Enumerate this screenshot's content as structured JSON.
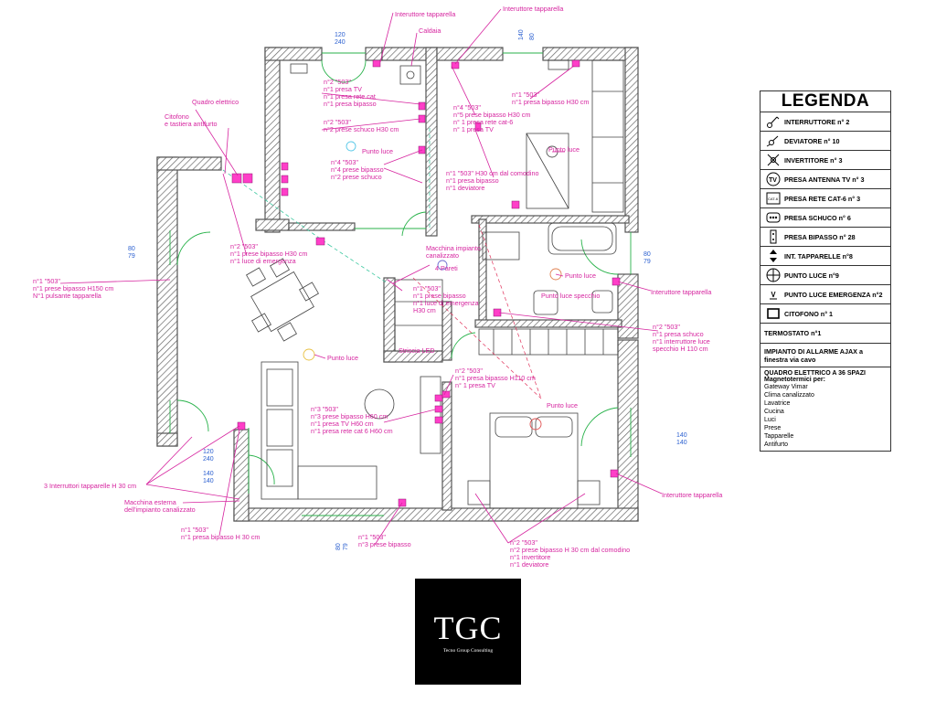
{
  "legend": {
    "title": "LEGENDA",
    "items": [
      {
        "label": "INTERRUTTORE n° 2",
        "icon": "switch-icon"
      },
      {
        "label": "DEVIATORE n° 10",
        "icon": "deviator-icon"
      },
      {
        "label": "INVERTITORE n° 3",
        "icon": "inverter-icon"
      },
      {
        "label": "PRESA ANTENNA TV n° 3",
        "icon": "tv-antenna-socket-icon",
        "icon_text": "TV"
      },
      {
        "label": "PRESA RETE CAT-6 n° 3",
        "icon": "cat6-socket-icon",
        "icon_text": "CAT-6"
      },
      {
        "label": "PRESA SCHUCO n° 6",
        "icon": "schuko-socket-icon"
      },
      {
        "label": "PRESA BIPASSO n° 28",
        "icon": "bypass-socket-icon"
      },
      {
        "label": "INT. TAPPARELLE n°8",
        "icon": "shutter-switch-icon"
      },
      {
        "label": "PUNTO LUCE n°9",
        "icon": "light-point-icon"
      },
      {
        "label": "PUNTO LUCE EMERGENZA n°2",
        "icon": "emergency-light-icon"
      },
      {
        "label": "CITOFONO n° 1",
        "icon": "intercom-icon"
      }
    ],
    "termostato": "TERMOSTATO n°1",
    "allarme": "IMPIANTO DI ALLARME AJAX a finestra via cavo",
    "quadro_title": "QUADRO ELETTRICO A 36 SPAZI",
    "magneto_title": "Magnetotermici per:",
    "magneto_items": [
      "Gateway Vimar",
      "Clima canalizzato",
      "Lavatrice",
      "Cucina",
      "Luci",
      "Prese",
      "Tapparelle",
      "Antifurto"
    ]
  },
  "labels": {
    "int_tapparella_top_left": "Interuttore tapparella",
    "int_tapparella_top_right": "Interuttore tapparella",
    "caldaia": "Caldaia",
    "quadro_elettrico": "Quadro elettrico",
    "citofono_1": "Citofono",
    "citofono_2": "e tastiera antifurto",
    "k_n1_503_top": "n°2 \"503\"",
    "k_n1_presa_tv": "n°1 presa TV",
    "k_n1_presa_rete": "n°1 presa rete cat",
    "k_n1_presa_bipasso": "n°1 presa bipasso",
    "k_n2_503_b": "n°2 \"503\"",
    "k_n2_schuco": "n°2 prese schuco H30 cm",
    "k_punto_luce": "Punto luce",
    "k_n4_503": "n°4 \"503\"",
    "k_n4_bipasso": "n°4 prese bipasso",
    "k_n2_schuco_b": "n°2 prese schuco",
    "c_n4_503": "n°4 \"503\"",
    "c_n5_bipasso": "n°5 prese bipasso H30 cm",
    "c_n1_rete": "n° 1 presa rete cat-6",
    "c_n1_tv": "n° 1 presa TV",
    "c_n1_503": "n°1 \"503\"",
    "c_n1_bipasso_h30": "n°1 presa bipasso H30 cm",
    "c_punto_luce_2": "Punto luce",
    "c_n1_503_comodino": "n°1 \"503\" H30 cm dal comodino",
    "c_n1_presa_bipasso": "n°1 presa bipasso",
    "c_n1_deviatore": "n°1 deviatore",
    "s_n2_503": "n°2 \"503\"",
    "s_n1_bipasso_h30": "n°1 prese bipasso H30 cm",
    "s_n1_luce_emergenza": "n°1 luce di emergenza",
    "s_n1_503_h150": "n°1 \"503\"",
    "s_n1_bipasso_h150": "n°1 prese bipasso H150 cm",
    "s_n1_pulsante": "N°1 pulsante tapparella",
    "macchina_impianto_1": "Macchina impianto",
    "macchina_impianto_2": "canalizzato",
    "pareti": "4 Pareti",
    "d_n1_503": "n°1 \"503\"",
    "d_n1_bipasso": "n°1 prese bipasso",
    "d_n1_emergenza": "n°1 luce di emergenza",
    "d_h30": "H30 cm",
    "s_punto_luce": "Punto luce",
    "striscia_led": "Striscia LED",
    "b_punto_luce": "Punto luce",
    "b_punto_luce_specchio": "Punto luce specchio",
    "b_int_tapparella": "Interuttore tapparella",
    "b_n2_503": "n°2 \"503\"",
    "b_n1_schuco": "n°1 presa schuco",
    "b_n1_interruttore": "n°1 interruttore luce",
    "b_specchio_h110": "specchio H 110 cm",
    "l_n2_503": "n°2 \"503\"",
    "l_n1_bipasso_h110": "n°1 presa bipasso H110 cm",
    "l_n1_tv": "n° 1 presa TV",
    "l_n3_503": "n°3 \"503\"",
    "l_n3_bipasso_h60": "n°3 prese bipasso H60 cm",
    "l_n1_tv_h60": "n°1 presa TV H60 cm",
    "l_n1_rete_h60": "n°1 presa rete cat 6 H60 cm",
    "r_punto_luce": "Punto luce",
    "r_int_tapparella": "Interuttore tapparella",
    "tre_interruttori": "3 Interruttori tapparelle H 30 cm",
    "macchina_esterna_1": "Macchina esterna",
    "macchina_esterna_2": "dell'impianto canalizzato",
    "bl_n1_503": "n°1 \"503\"",
    "bl_n1_bipasso_h30": "n°1 presa bipasso H 30 cm",
    "bm_n1_503": "n°1 \"503\"",
    "bm_n3_bipasso": "n°3 prese bipasso",
    "br_n2_503": "n°2 \"503\"",
    "br_n2_bipasso": "n°2 prese bipasso H 30 cm dal comodino",
    "br_n1_invertitore": "n°1 invertitore",
    "br_n1_deviatore": "n°1 deviatore"
  },
  "dims": {
    "d120_top": "120",
    "d240_top": "240",
    "d140_top": "140",
    "d80_top": "80",
    "d80_left": "80",
    "d79_left": "79",
    "d80_right": "80",
    "d79_right": "79",
    "d140_r1": "140",
    "d140_r2": "140",
    "d120_bl": "120",
    "d240_bl": "240",
    "d140_bl1": "140",
    "d140_bl2": "140",
    "d80_bottom": "80",
    "d79_bottom": "79"
  },
  "logo": {
    "main": "TGC",
    "sub": "Tecno Group Consulting"
  },
  "colors": {
    "annotation": "#d6249f",
    "dimension": "#2a5fd0",
    "glass": "#28b24a",
    "symbol": "#ff3ec8"
  }
}
